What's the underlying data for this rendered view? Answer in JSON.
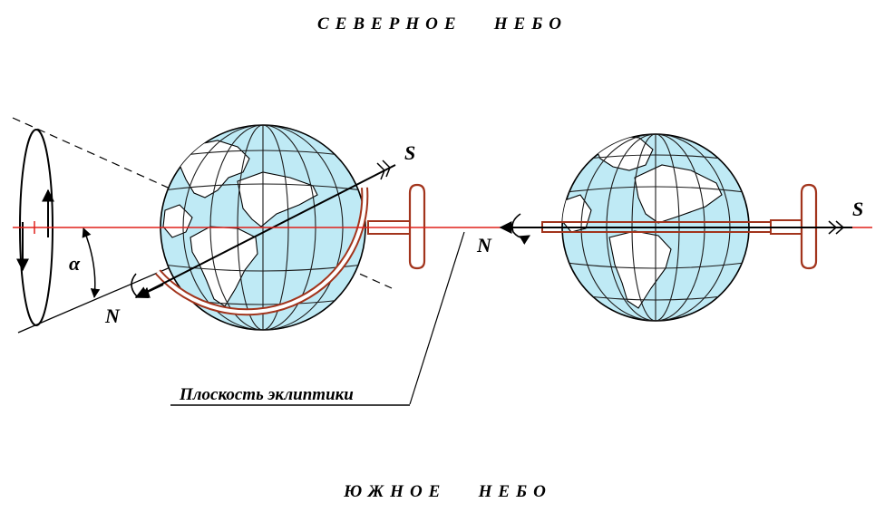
{
  "headings": {
    "north": "СЕВЕРНОЕ   НЕБО",
    "south": "ЮЖНОЕ   НЕБО"
  },
  "labels": {
    "alpha": "α",
    "left_pole_south": "S",
    "left_pole_north": "N",
    "right_pole_south": "S",
    "right_pole_north": "N",
    "ecliptic_plane": "Плоскость эклиптики"
  },
  "colors": {
    "ocean": "#bfeaf5",
    "land": "#ffffff",
    "stand": "#a2341c",
    "ecliptic_line": "#e0201a",
    "ink": "#000000"
  }
}
